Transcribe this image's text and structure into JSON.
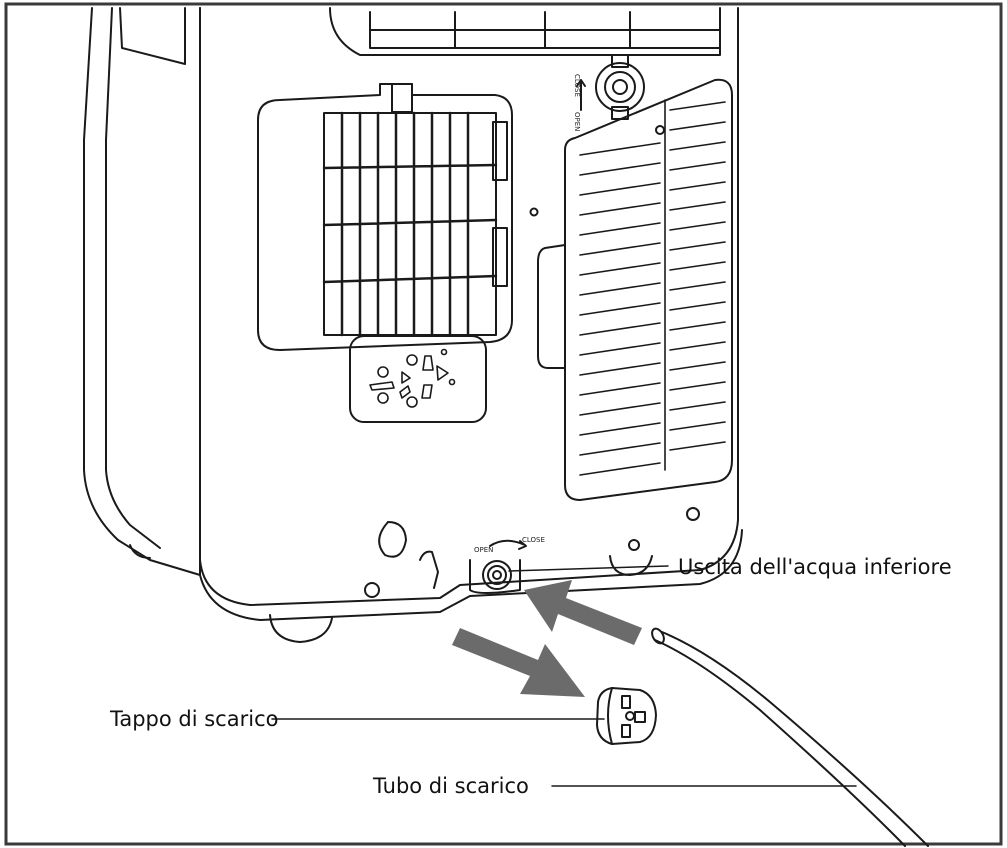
{
  "labels": {
    "outlet": "Uscita dell'acqua inferiore",
    "plug": "Tappo di scarico",
    "hose": "Tubo di scarico"
  },
  "valve": {
    "top_close": "CLOSE",
    "top_open": "OPEN",
    "bottom_open": "OPEN",
    "bottom_close": "CLOSE"
  },
  "colors": {
    "line": "#1a1a1a",
    "arrow": "#6b6b6b",
    "border": "#3a3a3a"
  }
}
